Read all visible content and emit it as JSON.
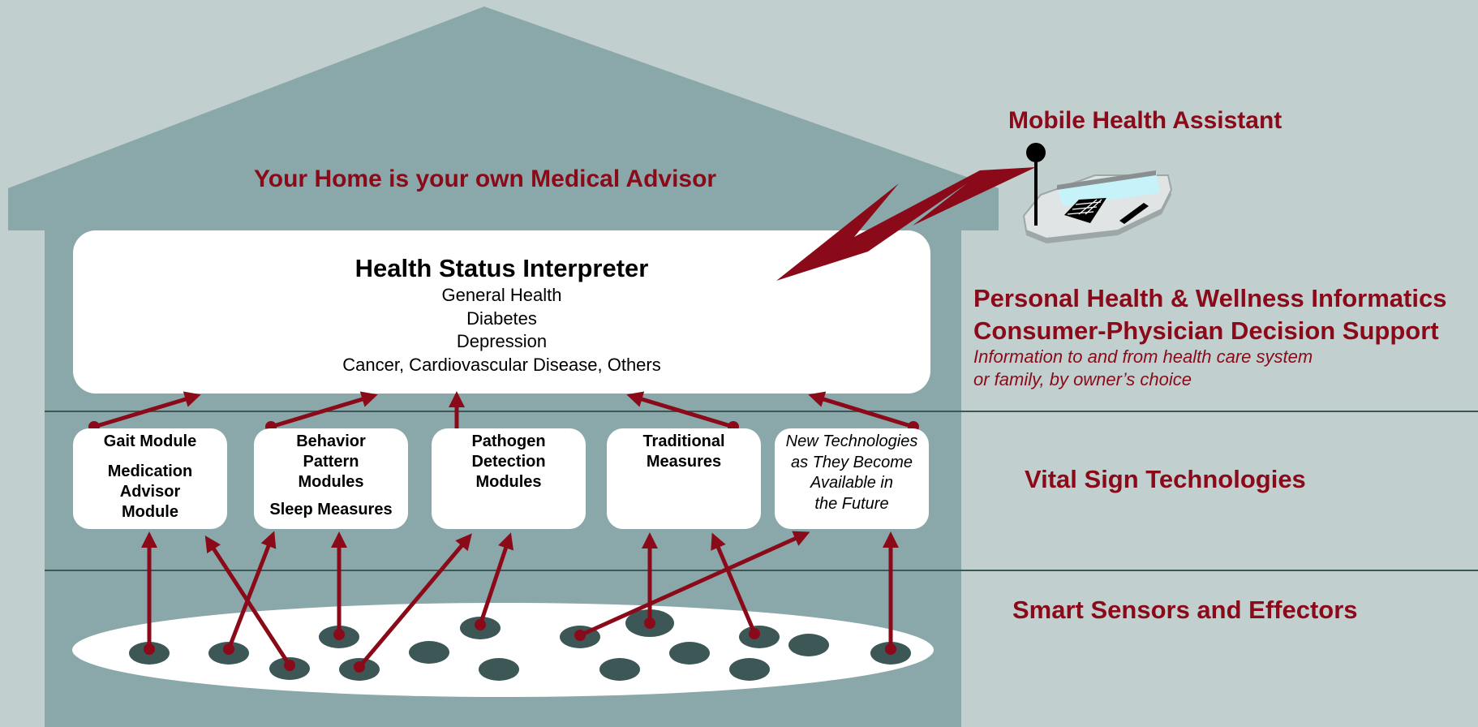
{
  "title": "Your Home is your own Medical Advisor",
  "mobile": {
    "label": "Mobile Health Assistant"
  },
  "interpreter": {
    "heading": "Health Status Interpreter",
    "lines": [
      "General Health",
      "Diabetes",
      "Depression",
      "Cancer, Cardiovascular Disease, Others"
    ]
  },
  "modules": [
    {
      "lines": [
        "Gait Module"
      ],
      "lines2": [
        "Medication",
        "Advisor",
        "Module"
      ]
    },
    {
      "lines": [
        "Behavior",
        "Pattern",
        "Modules"
      ],
      "lines2": [
        "Sleep Measures"
      ]
    },
    {
      "lines": [
        "Pathogen",
        "Detection",
        "Modules"
      ]
    },
    {
      "lines": [
        "Traditional",
        "Measures"
      ]
    },
    {
      "lines": [
        "New Technologies",
        "as They Become",
        "Available in",
        "the Future"
      ]
    }
  ],
  "right": {
    "phw1": "Personal Health & Wellness Informatics",
    "phw2": "Consumer-Physician Decision Support",
    "phw_note1": "Information to and from health care system",
    "phw_note2": "or family, by owner’s choice",
    "vital": "Vital Sign Technologies",
    "smart": "Smart Sensors and Effectors"
  },
  "colors": {
    "background": "#c2cfcf",
    "house": "#8aa8a9",
    "accent": "#8b0a1a",
    "sensor": "#3d5757"
  }
}
